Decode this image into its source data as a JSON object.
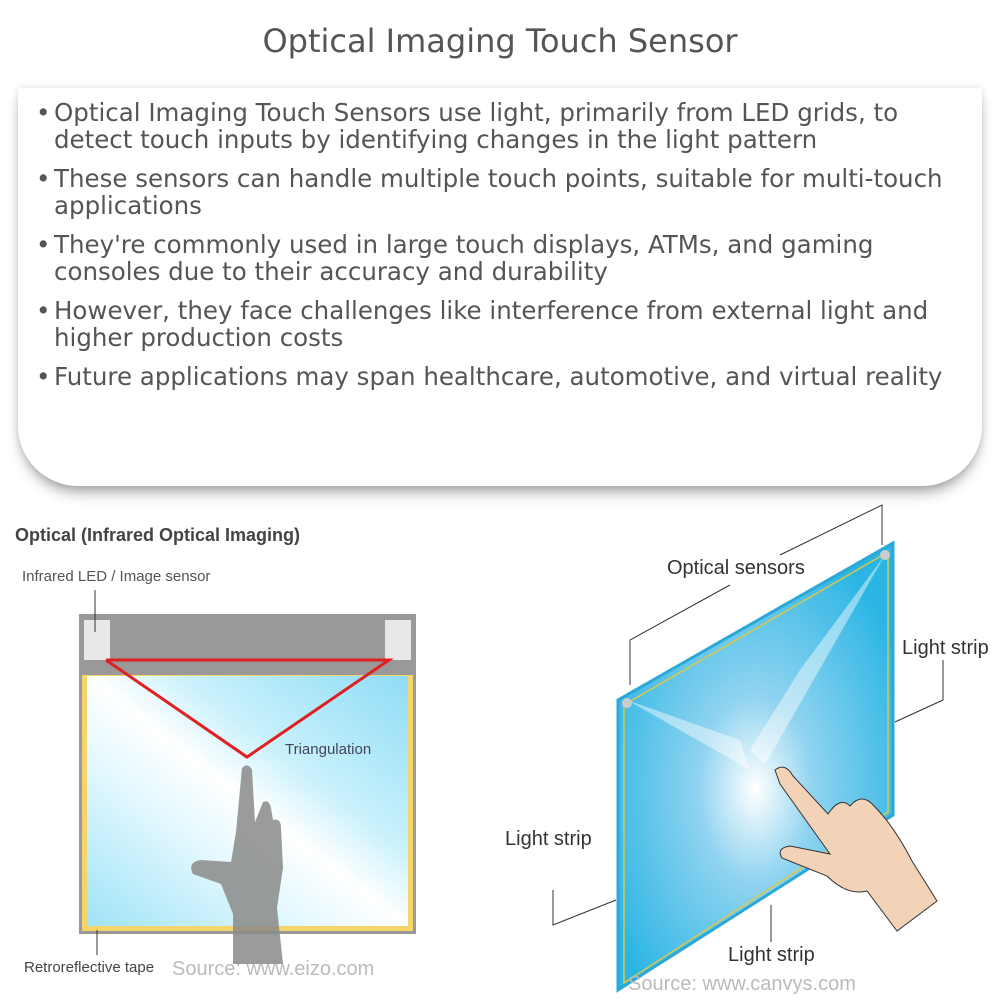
{
  "title": "Optical Imaging Touch Sensor",
  "bullets": [
    "Optical Imaging Touch Sensors use light, primarily from LED grids, to detect touch inputs by identifying changes in the light pattern",
    "These sensors can handle multiple touch points, suitable for multi-touch applications",
    "They're commonly used in large touch displays, ATMs, and gaming consoles due to their accuracy and durability",
    "However, they face challenges like interference from external light and higher production costs",
    "Future applications may span healthcare, automotive, and virtual reality"
  ],
  "left_diagram": {
    "heading": "Optical (Infrared Optical Imaging)",
    "label_sensor": "Infrared LED / Image sensor",
    "label_triangulation": "Triangulation",
    "label_tape": "Retroreflective tape",
    "source": "Source: www.eizo.com"
  },
  "right_diagram": {
    "label_sensors": "Optical sensors",
    "label_strip_right": "Light strip",
    "label_strip_left": "Light strip",
    "label_strip_bottom": "Light strip",
    "source": "Source: www.canvys.com"
  }
}
